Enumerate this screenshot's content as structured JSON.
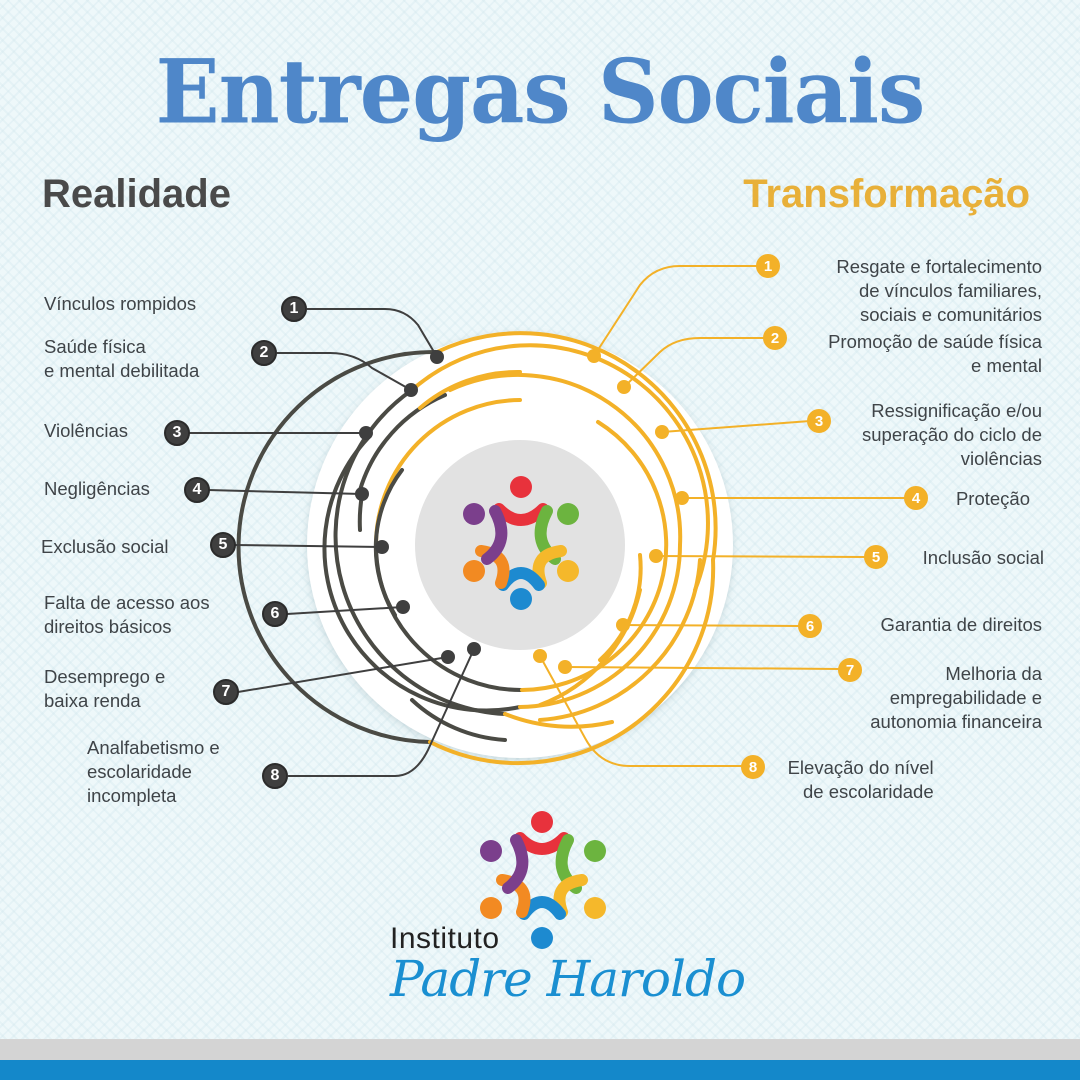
{
  "title": "Entregas Sociais",
  "columns": {
    "left_heading": "Realidade",
    "right_heading": "Transformação"
  },
  "realidade": [
    {
      "num": "1",
      "lines": [
        "Vínculos rompidos"
      ]
    },
    {
      "num": "2",
      "lines": [
        "Saúde física",
        "e mental debilitada"
      ]
    },
    {
      "num": "3",
      "lines": [
        "Violências"
      ]
    },
    {
      "num": "4",
      "lines": [
        "Negligências"
      ]
    },
    {
      "num": "5",
      "lines": [
        "Exclusão social"
      ]
    },
    {
      "num": "6",
      "lines": [
        "Falta de acesso aos",
        "direitos básicos"
      ]
    },
    {
      "num": "7",
      "lines": [
        "Desemprego e",
        "baixa renda"
      ]
    },
    {
      "num": "8",
      "lines": [
        "Analfabetismo e",
        "escolaridade",
        "incompleta"
      ]
    }
  ],
  "transformacao": [
    {
      "num": "1",
      "lines": [
        "Resgate e fortalecimento",
        "de vínculos familiares,",
        "sociais e comunitários"
      ]
    },
    {
      "num": "2",
      "lines": [
        "Promoção de saúde física",
        "e mental"
      ]
    },
    {
      "num": "3",
      "lines": [
        "Ressignificação e/ou",
        "superação do ciclo de",
        "violências"
      ]
    },
    {
      "num": "4",
      "lines": [
        "Proteção"
      ]
    },
    {
      "num": "5",
      "lines": [
        "Inclusão social"
      ]
    },
    {
      "num": "6",
      "lines": [
        "Garantia de direitos"
      ]
    },
    {
      "num": "7",
      "lines": [
        "Melhoria da",
        "empregabilidade e",
        "autonomia financeira"
      ]
    },
    {
      "num": "8",
      "lines": [
        "Elevação do nível",
        "de escolaridade"
      ]
    }
  ],
  "logo": {
    "line1": "Instituto",
    "line2": "Padre Haroldo"
  },
  "colors": {
    "title_blue": "#4f87c9",
    "dark": "#3f3f3f",
    "gold": "#f3b128",
    "footer_gray": "#d4d4d4",
    "footer_blue": "#1488ca"
  }
}
